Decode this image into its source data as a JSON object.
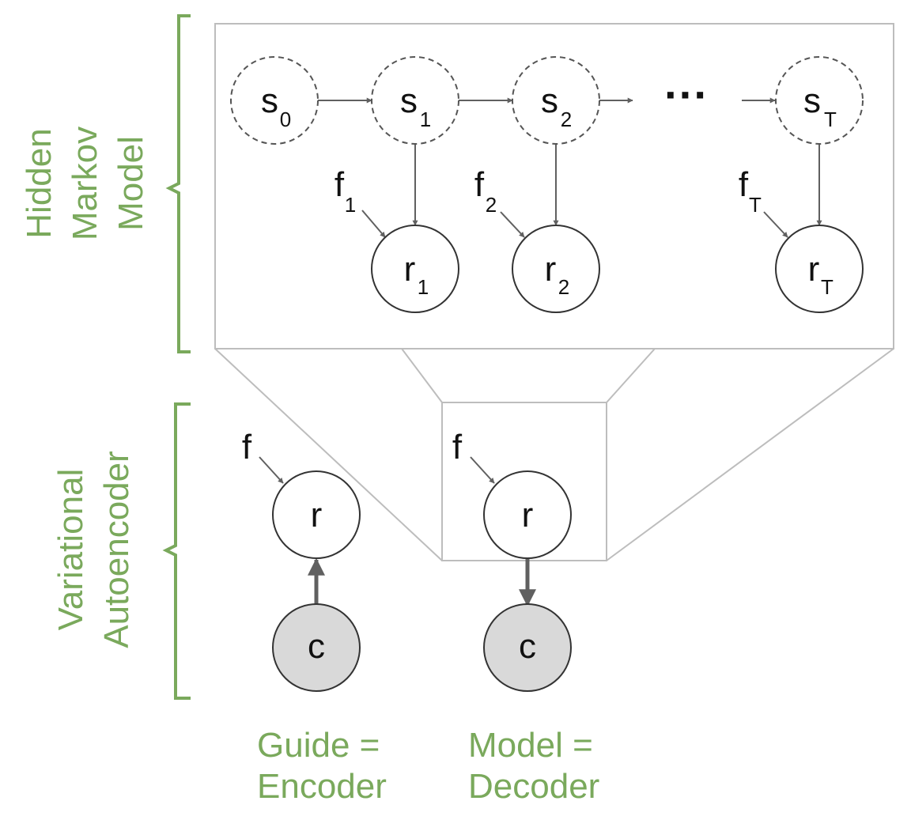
{
  "colors": {
    "green": "#7aa95c",
    "arrow": "#606060",
    "frame": "#bdbdbd",
    "observed_fill": "#d9d9d9",
    "node_stroke": "#333333"
  },
  "hmm": {
    "side_label_lines": [
      "Hidden",
      "Markov",
      "Model"
    ],
    "states": [
      {
        "name": "s",
        "sub": "0"
      },
      {
        "name": "s",
        "sub": "1"
      },
      {
        "name": "s",
        "sub": "2"
      },
      {
        "name": "s",
        "sub": "T"
      }
    ],
    "ellipsis": "···",
    "responses": [
      {
        "name": "r",
        "sub": "1"
      },
      {
        "name": "r",
        "sub": "2"
      },
      {
        "name": "r",
        "sub": "T"
      }
    ],
    "features": [
      {
        "name": "f",
        "sub": "1"
      },
      {
        "name": "f",
        "sub": "2"
      },
      {
        "name": "f",
        "sub": "T"
      }
    ]
  },
  "vae": {
    "side_label_lines": [
      "Variational",
      "Autoencoder"
    ],
    "guide": {
      "feature": "f",
      "latent": "r",
      "observed": "c",
      "caption_lines": [
        "Guide =",
        "Encoder"
      ]
    },
    "model": {
      "feature": "f",
      "latent": "r",
      "observed": "c",
      "caption_lines": [
        "Model =",
        "Decoder"
      ]
    }
  }
}
